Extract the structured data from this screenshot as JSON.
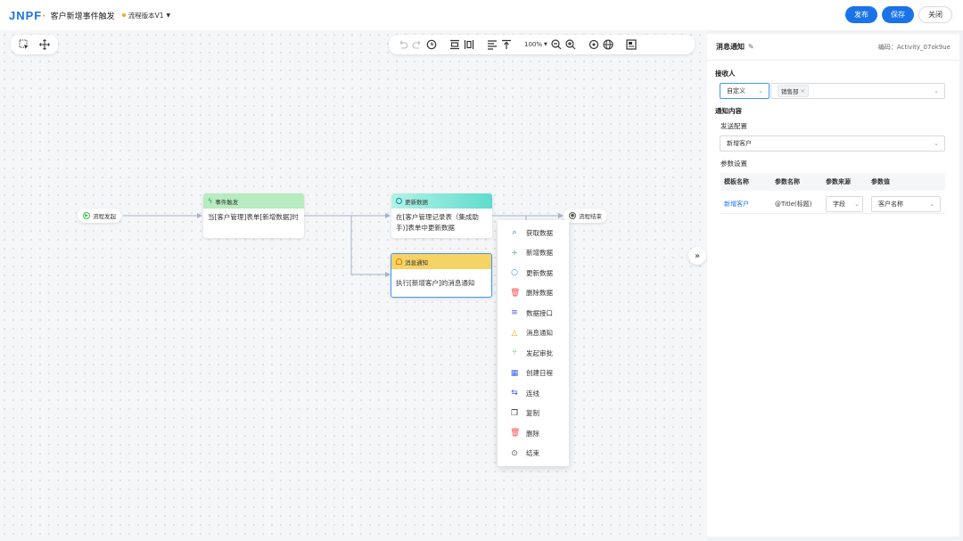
{
  "header": {
    "logo": "JNPF",
    "logo_dot": "·",
    "title": "客户新增事件触发",
    "version": "流程版本V1",
    "publish": "发布",
    "save": "保存",
    "close": "关闭"
  },
  "toolbar": {
    "zoom": "100%"
  },
  "flow": {
    "start": "流程发起",
    "end": "流程结束",
    "event_node": {
      "title": "事件触发",
      "body": "当[客户管理]表单[新增数据]时"
    },
    "update_node": {
      "title": "更新数据",
      "body": "在[客户管理记录表（集成助手)]表单中更新数据"
    },
    "message_node": {
      "title": "消息通知",
      "body": "执行[新增客户]的消息通知"
    }
  },
  "menu": {
    "items": [
      {
        "label": "获取数据",
        "icon": "search-icon",
        "color": "#3b5bdb"
      },
      {
        "label": "新增数据",
        "icon": "plus-icon",
        "color": "#40c057"
      },
      {
        "label": "更新数据",
        "icon": "circle-icon",
        "color": "#15aabf"
      },
      {
        "label": "删除数据",
        "icon": "trash-icon",
        "color": "#fa5252"
      },
      {
        "label": "数据接口",
        "icon": "sliders-icon",
        "color": "#4263eb"
      },
      {
        "label": "消息通知",
        "icon": "bell-icon",
        "color": "#f59f00"
      },
      {
        "label": "发起审批",
        "icon": "branch-icon",
        "color": "#40c057"
      },
      {
        "label": "创建日程",
        "icon": "calendar-icon",
        "color": "#4263eb"
      },
      {
        "label": "连线",
        "icon": "link-icon",
        "color": "#4263eb"
      },
      {
        "label": "复制",
        "icon": "copy-icon",
        "color": "#333333"
      },
      {
        "label": "删除",
        "icon": "delete-icon",
        "color": "#fa5252"
      },
      {
        "label": "结束",
        "icon": "end-icon",
        "color": "#555555"
      }
    ]
  },
  "panel": {
    "title": "消息通知",
    "code": "编码：Activity_07ok9ue",
    "receiver_label": "接收人",
    "receiver_type": "自定义",
    "receiver_tag": "销售部",
    "content_label": "通知内容",
    "send_config_label": "发送配置",
    "send_config_value": "新增客户",
    "params_label": "参数设置",
    "table": {
      "headers": [
        "模板名称",
        "参数名称",
        "参数来源",
        "参数值"
      ],
      "row": {
        "template": "新增客户",
        "param": "@Title(标题)",
        "source": "字段",
        "value": "客户名称"
      }
    }
  },
  "colors": {
    "primary": "#1a73e8",
    "event_header": "#b7ebc0",
    "update_header": "#5fdccd",
    "message_header": "#f6d365",
    "selected_border": "#4096ff"
  }
}
